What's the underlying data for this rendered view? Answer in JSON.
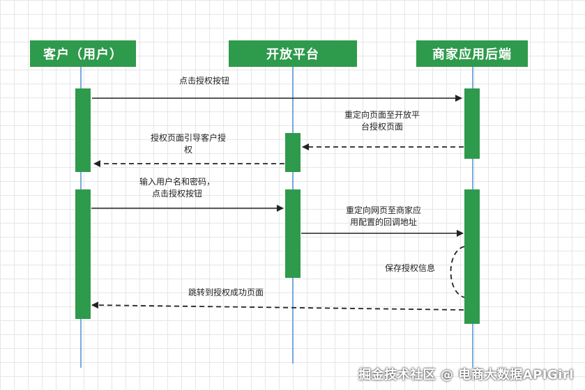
{
  "actors": {
    "client": "客户（用户）",
    "platform": "开放平台",
    "merchant": "商家应用后端"
  },
  "messages": {
    "m1": "点击授权按钮",
    "m2": "重定向页面至开放平\n台授权页面",
    "m3": "授权页面引导客户授\n权",
    "m4": "输入用户名和密码，\n点击授权按钮",
    "m5": "重定向网页至商家应\n用配置的回调地址",
    "m6": "保存授权信息",
    "m7": "跳转到授权成功页面"
  },
  "watermark": "掘金技术社区 @ 电商大数据APIGirl",
  "colors": {
    "actor": "#2e9a4b",
    "activation": "#2e9a4b",
    "lifeline": "#4a90d9",
    "arrow": "#222222"
  }
}
